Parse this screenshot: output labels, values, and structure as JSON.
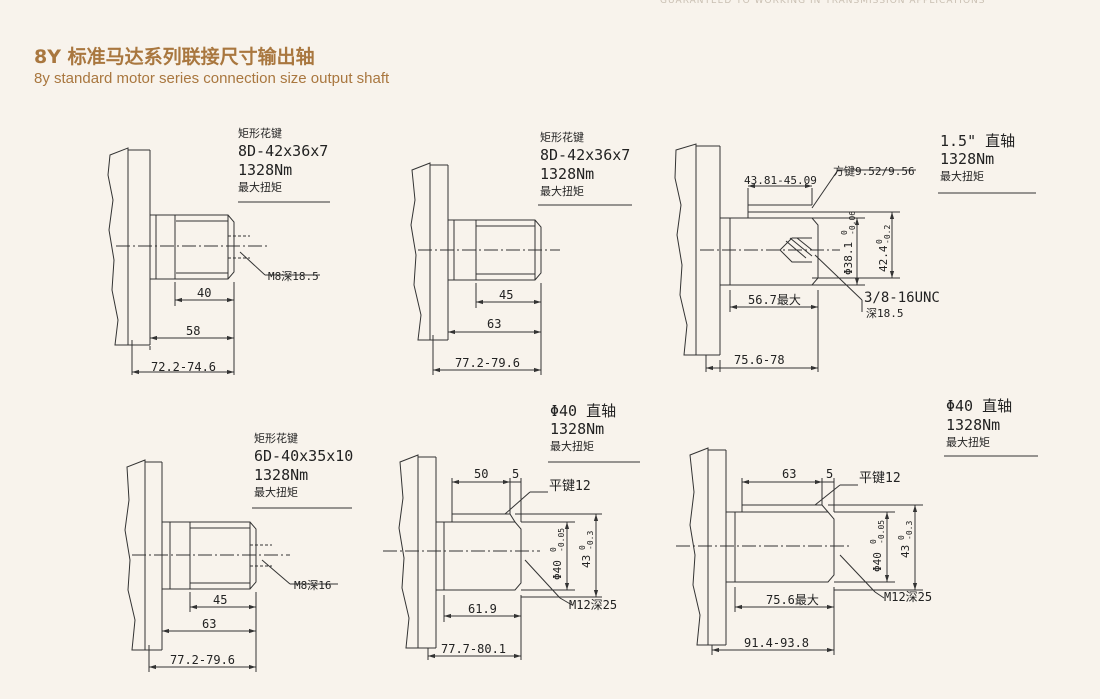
{
  "header": {
    "top_strip": "GUARANTEED TO WORKING IN TRANSMISSION APPLICATIONS",
    "title_cn": "8Y 标准马达系列联接尺寸输出轴",
    "title_en": "8y standard motor series connection size output shaft"
  },
  "colors": {
    "accent": "#a9773f",
    "line": "#333333",
    "background": "#f8f3ec"
  },
  "shafts": [
    {
      "spec": [
        "矩形花键",
        "8D-42x36x7",
        "1328Nm",
        "最大扭矩"
      ],
      "dims": {
        "thread": "M8深18.5",
        "spline_len": "40",
        "shaft_len": "58",
        "total": "72.2-74.6"
      }
    },
    {
      "spec": [
        "矩形花键",
        "8D-42x36x7",
        "1328Nm",
        "最大扭矩"
      ],
      "dims": {
        "spline_len": "45",
        "shaft_len": "63",
        "total": "77.2-79.6"
      }
    },
    {
      "spec": [
        "1.5\" 直轴",
        "1328Nm",
        "最大扭矩"
      ],
      "dims": {
        "key_pos": "43.81-45.09",
        "key": "方键9.52/9.56",
        "dia1": "Φ38.1",
        "dia1_tol_up": "0",
        "dia1_tol_low": "-0.06",
        "dia2": "42.4",
        "dia2_tol_up": "0",
        "dia2_tol_low": "-0.2",
        "max_len": "56.7最大",
        "thread": "3/8-16UNC",
        "thread_depth": "深18.5",
        "total": "75.6-78"
      }
    },
    {
      "spec": [
        "矩形花键",
        "6D-40x35x10",
        "1328Nm",
        "最大扭矩"
      ],
      "dims": {
        "thread": "M8深16",
        "spline_len": "45",
        "shaft_len": "63",
        "total": "77.2-79.6"
      }
    },
    {
      "spec": [
        "Φ40 直轴",
        "1328Nm",
        "最大扭矩"
      ],
      "dims": {
        "key_len": "50",
        "key_off": "5",
        "key": "平键12",
        "dia1": "Φ40",
        "dia1_tol_up": "0",
        "dia1_tol_low": "-0.05",
        "dia2": "43",
        "dia2_tol_up": "0",
        "dia2_tol_low": "-0.3",
        "shaft_len": "61.9",
        "thread": "M12深25",
        "total": "77.7-80.1"
      }
    },
    {
      "spec": [
        "Φ40 直轴",
        "1328Nm",
        "最大扭矩"
      ],
      "dims": {
        "key_len": "63",
        "key_off": "5",
        "key": "平键12",
        "dia1": "Φ40",
        "dia1_tol_up": "0",
        "dia1_tol_low": "-0.05",
        "dia2": "43",
        "dia2_tol_up": "0",
        "dia2_tol_low": "-0.3",
        "max_len": "75.6最大",
        "thread": "M12深25",
        "total": "91.4-93.8"
      }
    }
  ]
}
